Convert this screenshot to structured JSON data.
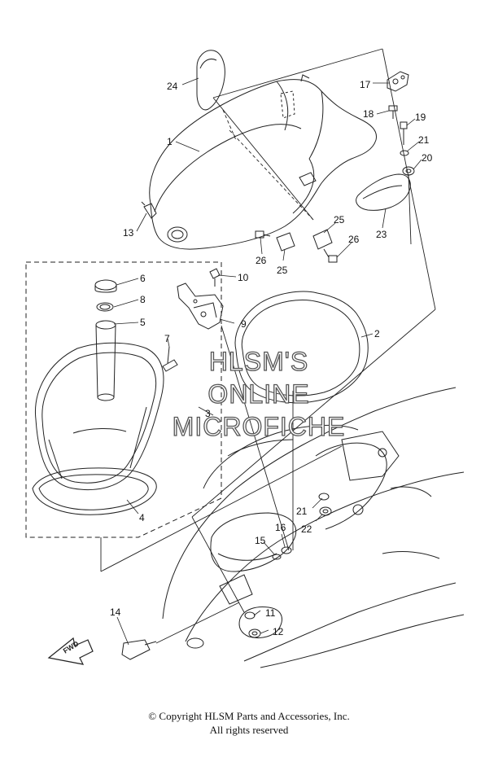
{
  "callouts": {
    "c1": "1",
    "c2": "2",
    "c3": "3",
    "c4": "4",
    "c5": "5",
    "c6": "6",
    "c7": "7",
    "c8": "8",
    "c9": "9",
    "c10": "10",
    "c11": "11",
    "c12": "12",
    "c13": "13",
    "c14": "14",
    "c15": "15",
    "c16": "16",
    "c17": "17",
    "c18": "18",
    "c19": "19",
    "c20": "20",
    "c21a": "21",
    "c21b": "21",
    "c22": "22",
    "c23": "23",
    "c24": "24",
    "c25a": "25",
    "c25b": "25",
    "c26a": "26",
    "c26b": "26"
  },
  "fwd_label": "FWD",
  "watermark": {
    "line1": "HLSM'S",
    "line2": "ONLINE",
    "line3": "MICROFICHE"
  },
  "footer": {
    "copyright": "© Copyright HLSM Parts and Accessories, Inc.",
    "rights": "All rights reserved"
  }
}
